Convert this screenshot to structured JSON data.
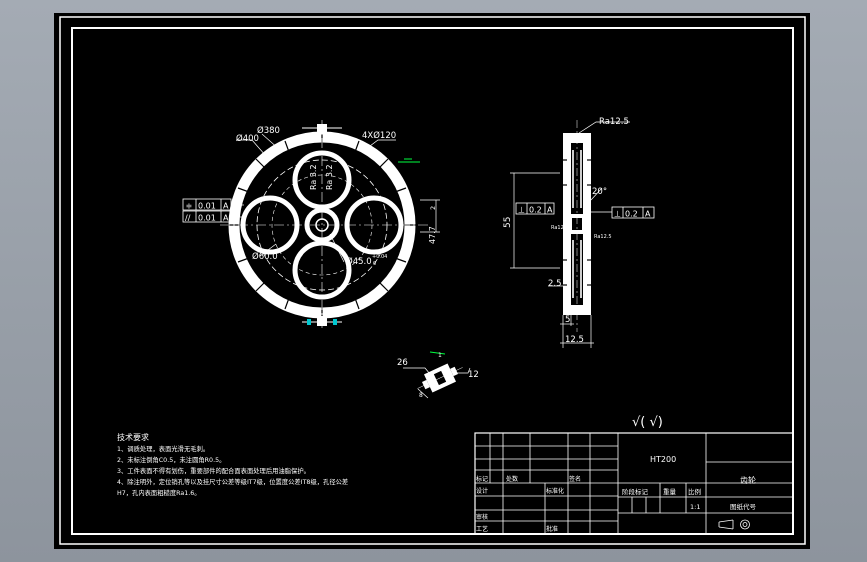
{
  "dimensions": {
    "outer_dia": "Ø400",
    "ring_dia": "Ø380",
    "hole_pattern": "4XØ120",
    "hole_dia": "Ø60.0",
    "hub_dia": "Ø45.0",
    "hub_tol_upper": "+0.04",
    "hub_tol_lower": "0",
    "rough_a": "Ra 3.2",
    "rough_b": "Ra 3.2",
    "offset": "47.7",
    "offset_b": "2",
    "height_55": "55",
    "angle": "20°",
    "step": "2.5",
    "width_5": "5",
    "width_12_5": "12.5",
    "rough_top": "Ra12.5",
    "rough_small": "Ra12.5",
    "detail_26": "26",
    "detail_12": "12",
    "detail_1": "1",
    "detail_8": "8"
  },
  "tolerances": {
    "sym_value": "0.01",
    "sym_datum": "A",
    "par_value": "0.01",
    "par_datum": "A",
    "perp_left_value": "0.2",
    "perp_left_datum": "A",
    "perp_right_value": "0.2",
    "perp_right_datum": "A"
  },
  "surface_symbol": "√( √)",
  "tech_notes": {
    "heading": "技术要求",
    "lines": [
      "1、调质处理，表面光滑无毛刺。",
      "2、未标注倒角C0.5，未注圆角R0.5。",
      "3、工件表面不得有划伤，重要部件的配合面表面处理后用油脂保护。",
      "4、除注明外，定位销孔等以及挂尺寸公差等级IT7级，位置度公差IT8级，孔径公差",
      "H7，孔内表面粗糙度Ra1.6。"
    ]
  },
  "title_block": {
    "material": "HT200",
    "part_name": "齿轮",
    "drawing_no_label": "图纸代号",
    "stage_label": "阶段标记",
    "weight_label": "重量",
    "scale_label": "比例",
    "scale_value": "1:1",
    "mark_label": "标记",
    "count_label": "处数",
    "sign_label": "签名",
    "design_label": "设计",
    "std_label": "标准化",
    "review_label": "审核",
    "process_label": "工艺",
    "approve_label": "批准"
  }
}
